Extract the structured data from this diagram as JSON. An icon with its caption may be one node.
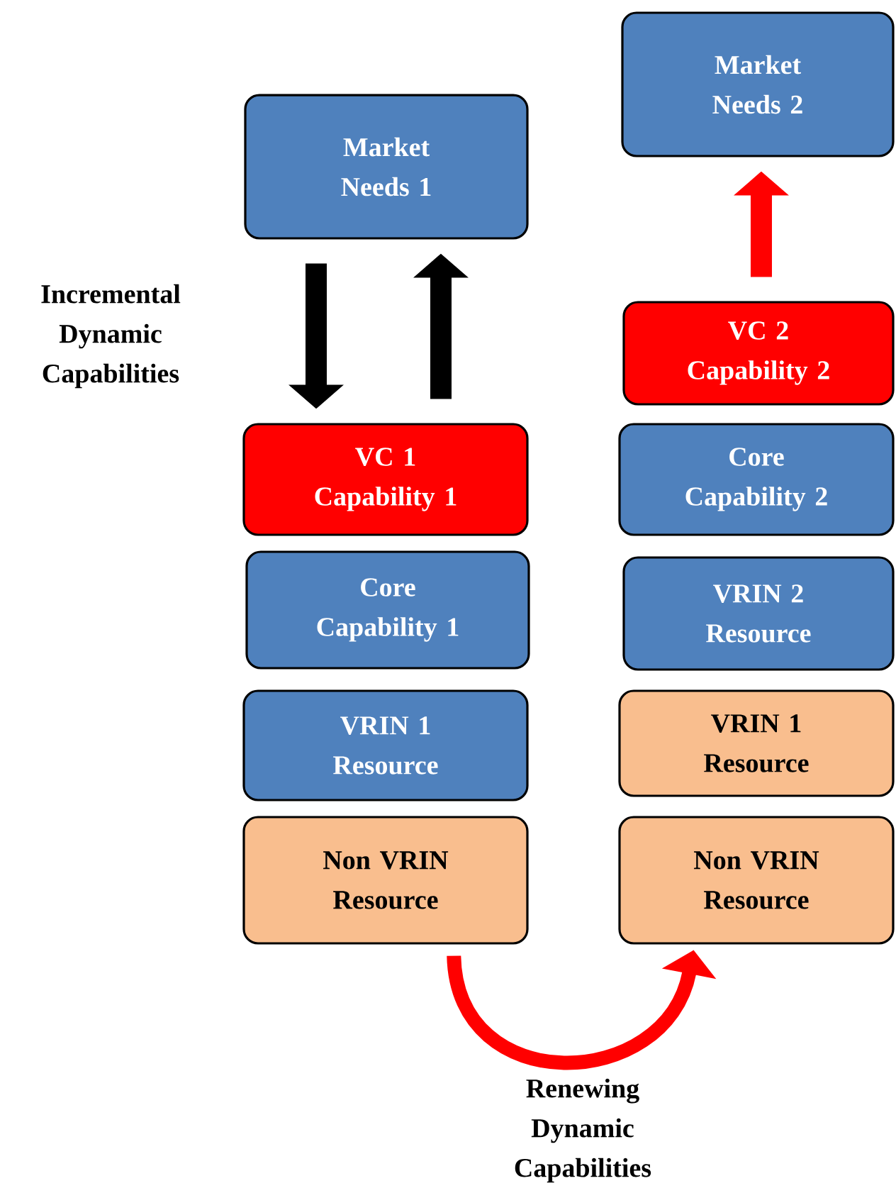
{
  "diagram": {
    "nodes": [
      {
        "text": [
          "Market Needs 1"
        ]
      },
      {
        "text": [
          "Market Needs 2"
        ]
      },
      {
        "text": [
          "VC 2 Capability 2"
        ]
      },
      {
        "text": [
          "VC 1 Capability 1"
        ]
      },
      {
        "text": [
          "Core Capability 2"
        ]
      },
      {
        "text": [
          "Core Capability 1"
        ]
      },
      {
        "text": [
          "VRIN 2 Resource"
        ]
      },
      {
        "text": [
          "VRIN 1 Resource"
        ]
      },
      {
        "text": [
          "VRIN 1 Resource"
        ]
      },
      {
        "text": [
          "Non VRIN Resource"
        ]
      },
      {
        "text": [
          "Non VRIN Resource"
        ]
      }
    ],
    "edges": [
      {
        "from": 0,
        "to": 3,
        "arrow": "to",
        "color": "#000000"
      },
      {
        "from": 3,
        "to": 0,
        "arrow": "to",
        "color": "#000000"
      },
      {
        "from": 2,
        "to": 1,
        "arrow": "to",
        "color": "#ff0000"
      },
      {
        "from": 9,
        "to": 10,
        "arrow": "to",
        "color": "#ff0000"
      }
    ],
    "labels": [
      "Incremental Dynamic Capabilities",
      "Renewing Dynamic Capabilities"
    ]
  }
}
